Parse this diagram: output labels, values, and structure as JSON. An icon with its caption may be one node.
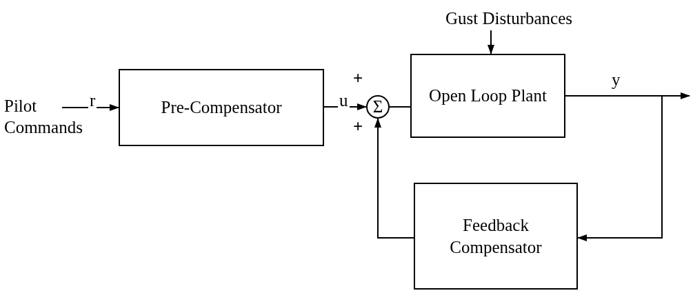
{
  "diagram": {
    "nodes": [
      {
        "text": [
          "Pilot Commands"
        ]
      },
      {
        "text": [
          "Pre-Compensator"
        ]
      },
      {
        "text": [
          "Σ"
        ]
      },
      {
        "text": [
          "Open Loop Plant"
        ]
      },
      {
        "text": [
          "Gust Disturbances"
        ]
      },
      {
        "text": [
          "Feedback Compensator"
        ]
      }
    ],
    "edges": [
      {
        "from": 0,
        "to": 1,
        "arrow": "to",
        "label": "r"
      },
      {
        "from": 1,
        "to": 2,
        "arrow": "to",
        "label": "u"
      },
      {
        "from": 2,
        "to": 3,
        "arrow": "none"
      },
      {
        "from": 4,
        "to": 3,
        "arrow": "to"
      },
      {
        "from": 3,
        "to": null,
        "arrow": "to",
        "label": "y"
      },
      {
        "from": 3,
        "to": 5,
        "arrow": "to"
      },
      {
        "from": 5,
        "to": 2,
        "arrow": "to"
      }
    ],
    "labels": [
      "+",
      "+"
    ]
  }
}
